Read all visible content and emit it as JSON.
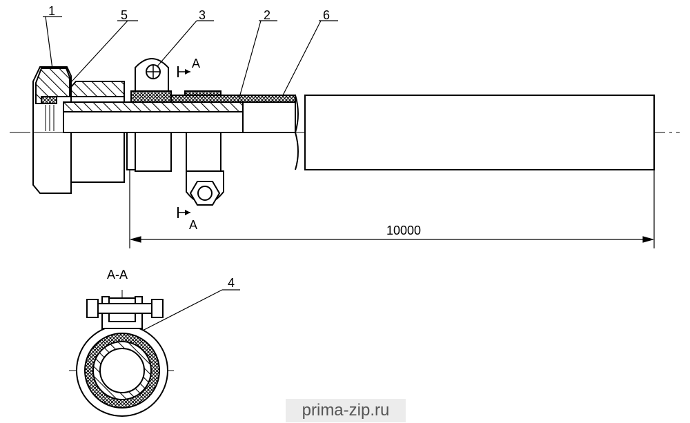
{
  "callouts": {
    "c1": "1",
    "c2": "2",
    "c3": "3",
    "c4": "4",
    "c5": "5",
    "c6": "6"
  },
  "section": {
    "marker": "A",
    "title": "A-A"
  },
  "dimension": {
    "length": "10000"
  },
  "watermark": {
    "text": "prima-zip.ru"
  }
}
